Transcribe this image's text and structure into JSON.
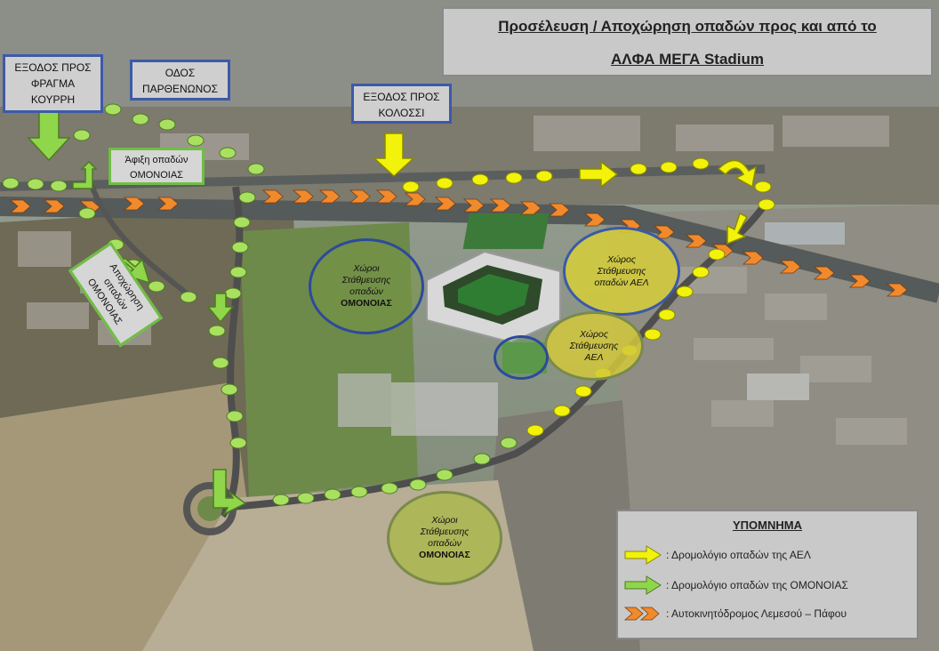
{
  "title": {
    "line1": "Προσέλευση / Αποχώρηση οπαδών προς και από το",
    "line2": "ΑΛΦΑ ΜΕΓΑ Stadium"
  },
  "labels": {
    "exit_kourri": [
      "ΕΞΟΔΟΣ ΠΡΟΣ",
      "ΦΡΑΓΜΑ",
      "ΚΟΥΡΡΗ"
    ],
    "parthenon_road": [
      "ΟΔΟΣ",
      "ΠΑΡΘΕΝΩΝΟΣ"
    ],
    "exit_kolossi": [
      "ΕΞΟΔΟΣ ΠΡΟΣ",
      "ΚΟΛΟΣΣΙ"
    ],
    "arrival_omonia": [
      "Άφιξη οπαδών",
      "ΟΜΟΝΟΙΑΣ"
    ],
    "departure_omonia": [
      "Αποχώρηση",
      "οπαδών",
      "ΟΜΟΝΟΙΑΣ"
    ]
  },
  "parking": {
    "omonia_north": [
      "Χώροι",
      "Στάθμευσης",
      "οπαδών",
      "ΟΜΟΝΟΙΑΣ"
    ],
    "ael_east": [
      "Χώρος",
      "Στάθμευσης",
      "οπαδών ΑΕΛ"
    ],
    "ael_south": [
      "Χώρος",
      "Στάθμευσης",
      "ΑΕΛ"
    ],
    "omonia_south": [
      "Χώροι",
      "Στάθμευσης",
      "οπαδών",
      "ΟΜΟΝΟΙΑΣ"
    ]
  },
  "legend": {
    "title": "ΥΠΟΜΝΗΜΑ",
    "items": [
      {
        "text": ":  Δρομολόγιο οπαδών της ΑΕΛ",
        "symbol": "yellow-arrow-icon"
      },
      {
        "text": ":  Δρομολόγιο οπαδών της ΟΜΟΝΟΙΑΣ",
        "symbol": "green-arrow-icon"
      },
      {
        "text": ":  Αυτοκινητόδρομος Λεμεσού – Πάφου",
        "symbol": "orange-chevrons-icon"
      }
    ]
  },
  "colors": {
    "ael_route": "#f2f20a",
    "omonia_route": "#8fd64a",
    "motorway": "#f08a2c",
    "frame_blue": "#3d5aa8",
    "box_gray": "#c9c9c9"
  }
}
